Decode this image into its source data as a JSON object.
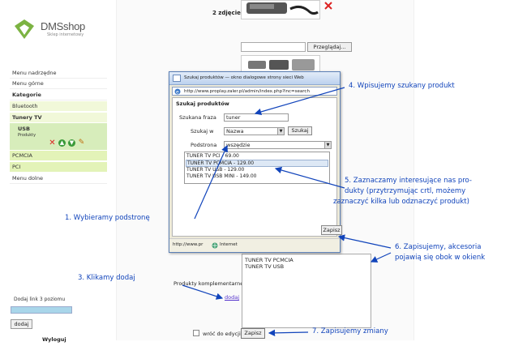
{
  "brand": {
    "name": "DMSshop",
    "subtitle": "Sklep internetowy"
  },
  "sidebar": {
    "items": [
      {
        "label": "Menu nadrzędne"
      },
      {
        "label": "Menu górne"
      },
      {
        "label": "Kategorie"
      },
      {
        "label": "Bluetooth"
      },
      {
        "label": "Tunery TV"
      },
      {
        "label": "USB"
      },
      {
        "label": "Produkty"
      },
      {
        "label": "PCMCIA"
      },
      {
        "label": "PCI"
      },
      {
        "label": "Menu dolne"
      }
    ],
    "add_level_label": "Dodaj link 3 poziomu",
    "add_button": "dodaj",
    "logout": "Wyloguj"
  },
  "form": {
    "photo2_label": "2 zdjęcie",
    "browse_button": "Przeglądaj...",
    "related_label": "Produkty komplementarne",
    "add_link": "dodaj",
    "related_items": [
      "TUNER TV PCMCIA",
      "TUNER TV USB"
    ],
    "return_label": "wróć do edycji",
    "save_button": "Zapisz"
  },
  "dialog": {
    "title": "Szukaj produktów — okno dialogowe strony sieci Web",
    "url": "http://www.proplay.zaler.pl/admin/index.php?inc=search",
    "heading": "Szukaj produktów",
    "phrase_label": "Szukana fraza",
    "phrase_value": "tuner",
    "search_in_label": "Szukaj w",
    "search_in_value": "Nazwa",
    "search_button": "Szukaj",
    "subpage_label": "Podstrona",
    "subpage_value": "wszędzie",
    "results": [
      "TUNER TV PCI - 69.00",
      "TUNER TV PCMCIA - 129.00",
      "TUNER TV USB - 129.00",
      "TUNER TV USB MINI - 149.00"
    ],
    "save_button": "Zapisz",
    "status_url": "http://www.pr",
    "status_zone": "Internet"
  },
  "annotations": {
    "a1": "1. Wybieramy podstronę",
    "a3": "3. Klikamy dodaj",
    "a4": "4. Wpisujemy szukany produkt",
    "a5_1": "5. Zaznaczamy interesujące nas pro-",
    "a5_2": "dukty (przytrzymując crtl, możemy",
    "a5_3": "zaznaczyć kilka lub odznaczyć produkt)",
    "a6_1": "6. Zapisujemy, akcesoria",
    "a6_2": "pojawią się obok w okienk",
    "a7": "7. Zapisujemy zmiany",
    "color": "#1144bb"
  },
  "icons": [
    "delete-icon",
    "up-icon",
    "down-icon",
    "edit-icon"
  ]
}
